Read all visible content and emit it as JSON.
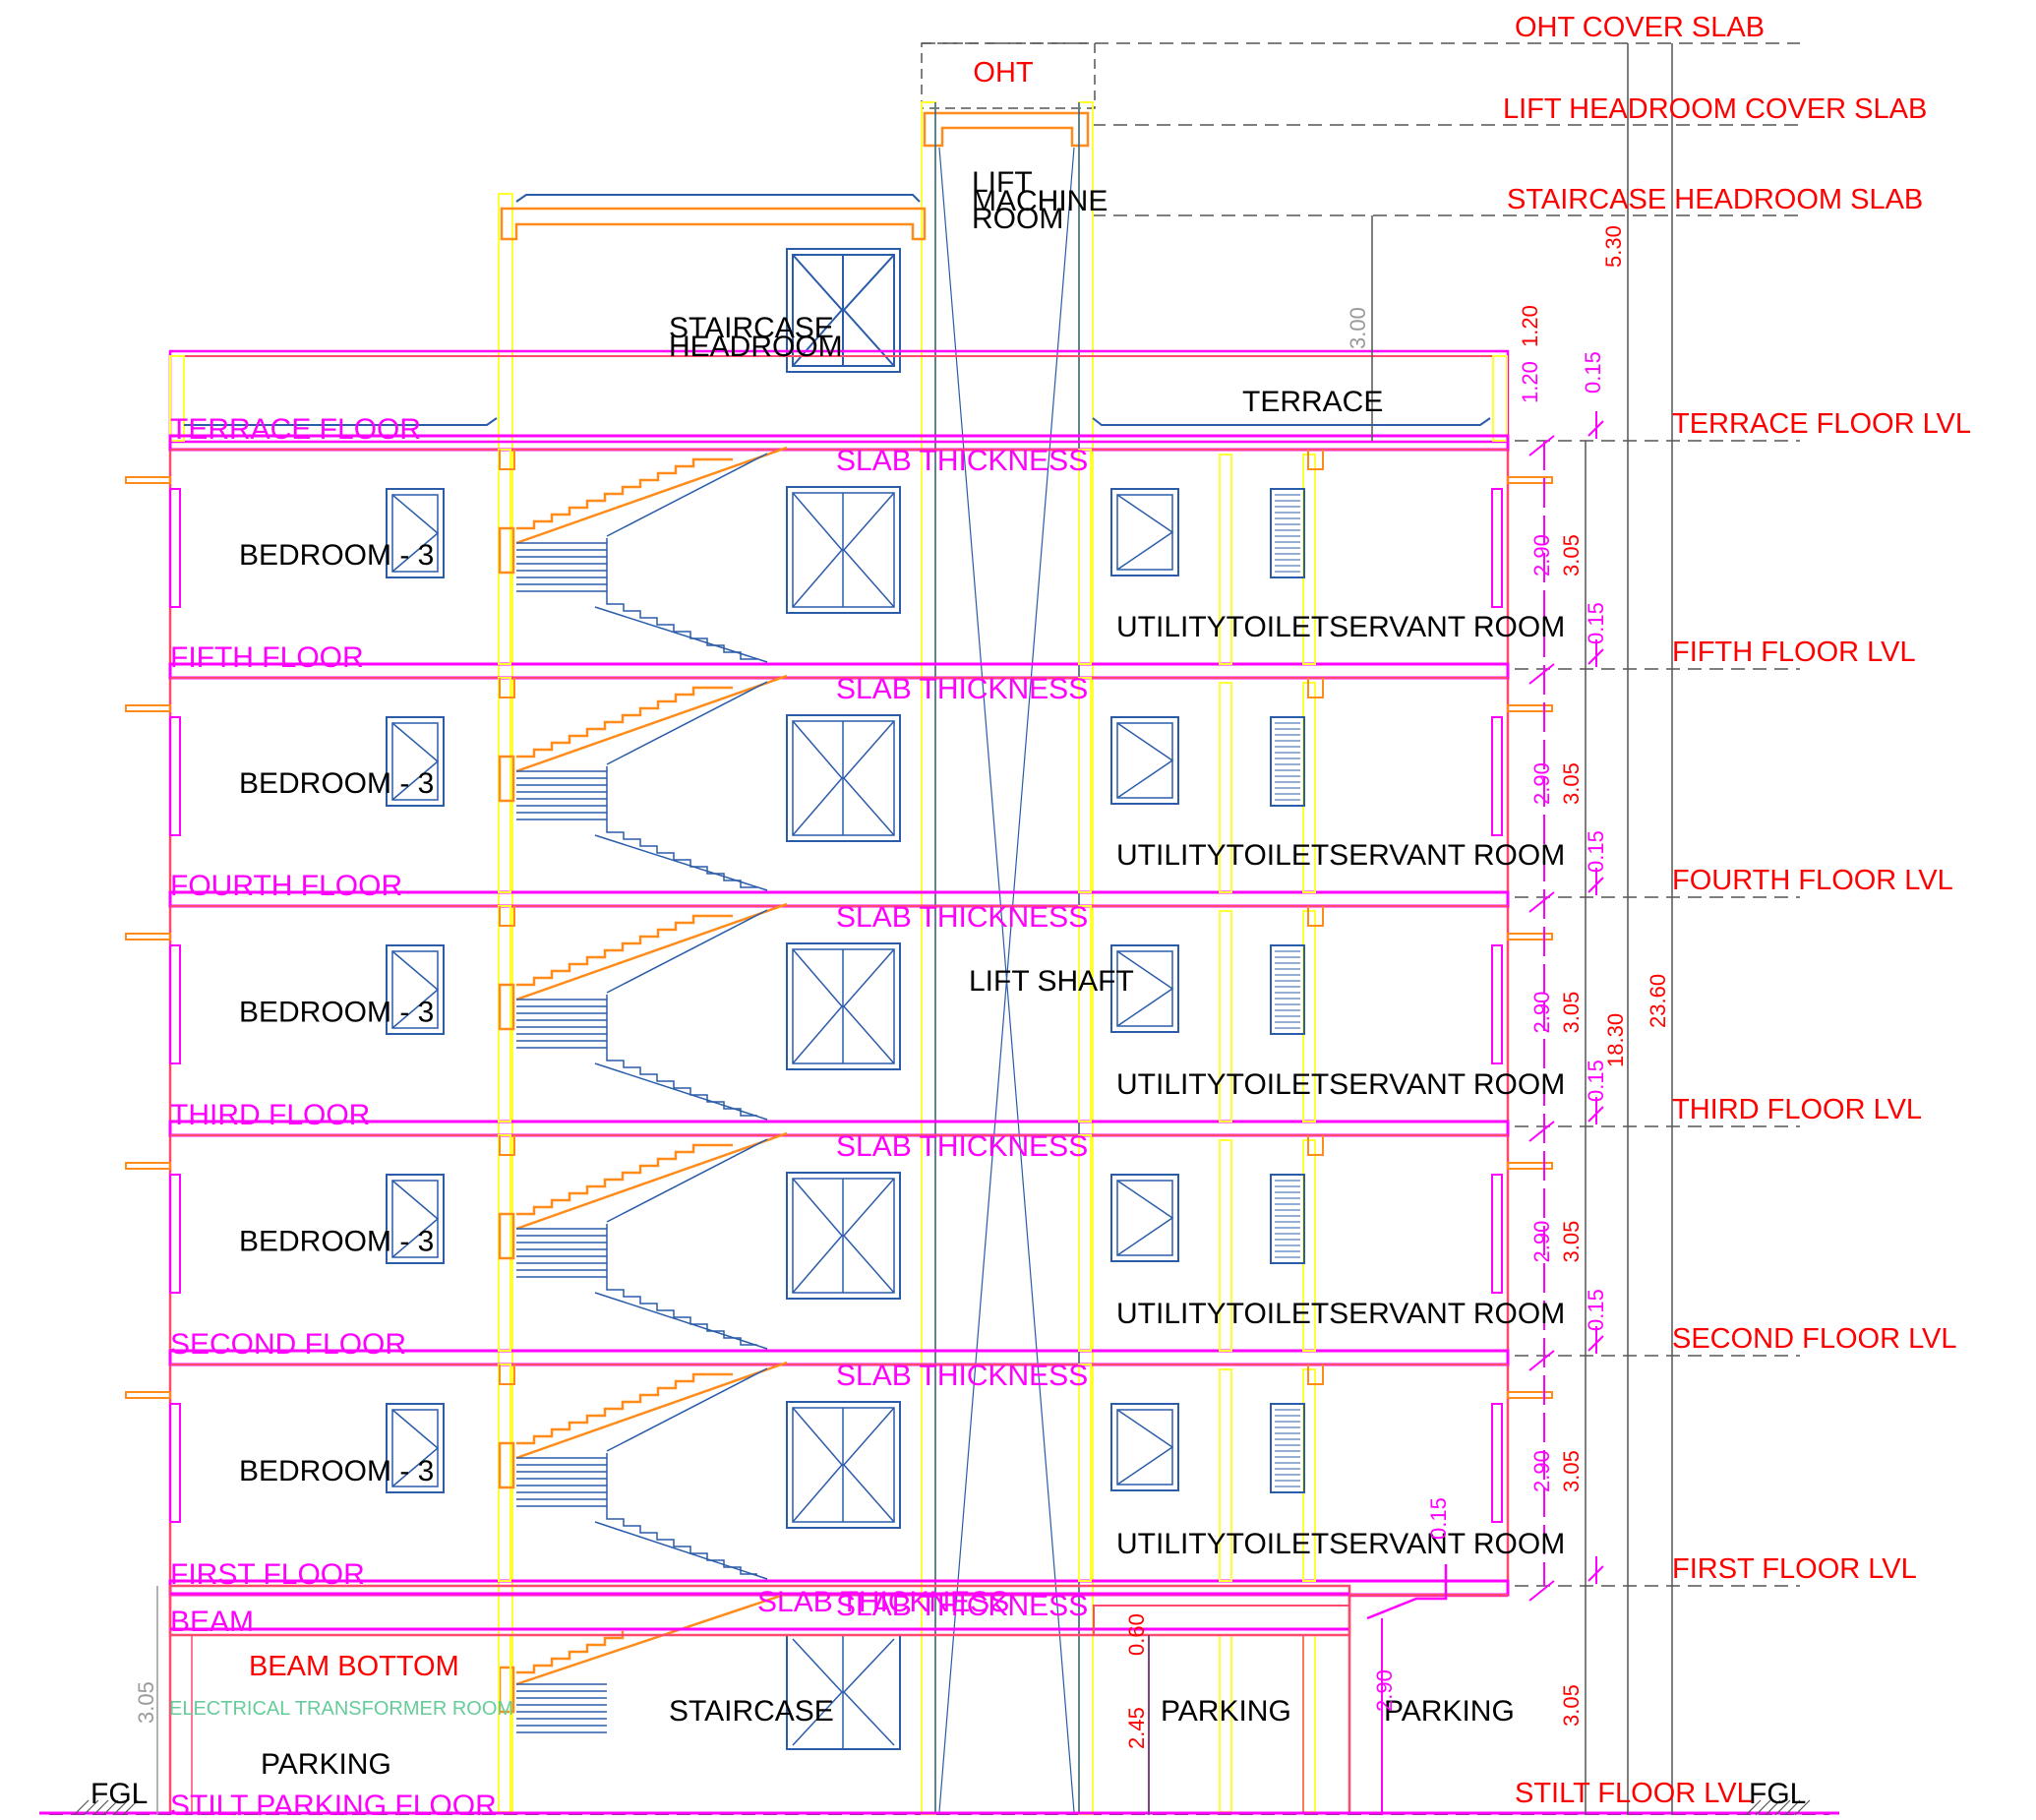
{
  "colors": {
    "structure": "#ff4a6e",
    "slab": "#ff00ff",
    "stair": "#ff8c1a",
    "column": "#ffff33",
    "window": "#2a5caa",
    "label": "#000000",
    "level": "#ff0000",
    "dim": "#ff00ff"
  },
  "labels": {
    "oht": "OHT",
    "lift_machine_1": "LIFT",
    "lift_machine_2": "MACHINE",
    "lift_machine_3": "ROOM",
    "stair_headroom_1": "STAIRCASE",
    "stair_headroom_2": "HEADROOM",
    "terrace": "TERRACE",
    "lift_shaft": "LIFT SHAFT",
    "staircase": "STAIRCASE",
    "parking_left": "PARKING",
    "parking_mid": "PARKING",
    "parking_right": "PARKING",
    "fgl_left": "FGL",
    "fgl_right": "FGL",
    "beam": "BEAM",
    "beam_bottom": "BEAM BOTTOM",
    "transformer": "ELECTRICAL TRANSFORMER ROOM",
    "stilt_floor": "STILT PARKING FLOOR",
    "slab_thickness": "SLAB THICKNESS"
  },
  "floors": [
    {
      "name": "TERRACE FLOOR",
      "level": "TERRACE FLOOR LVL"
    },
    {
      "name": "FIFTH FLOOR",
      "level": "FIFTH FLOOR LVL",
      "room": "BEDROOM - 3",
      "right_rooms": "UTILITYTOILETSERVANT ROOM"
    },
    {
      "name": "FOURTH FLOOR",
      "level": "FOURTH FLOOR LVL",
      "room": "BEDROOM - 3",
      "right_rooms": "UTILITYTOILETSERVANT ROOM"
    },
    {
      "name": "THIRD FLOOR",
      "level": "THIRD FLOOR LVL",
      "room": "BEDROOM - 3",
      "right_rooms": "UTILITYTOILETSERVANT ROOM"
    },
    {
      "name": "SECOND FLOOR",
      "level": "SECOND FLOOR LVL",
      "room": "BEDROOM - 3",
      "right_rooms": "UTILITYTOILETSERVANT ROOM"
    },
    {
      "name": "FIRST FLOOR",
      "level": "FIRST FLOOR LVL",
      "room": "BEDROOM - 3",
      "right_rooms": "UTILITYTOILETSERVANT ROOM"
    }
  ],
  "top_levels": {
    "oht_cover": "OHT COVER SLAB",
    "lift_headroom": "LIFT HEADROOM COVER SLAB",
    "stair_headroom": "STAIRCASE HEADROOM SLAB",
    "stilt_level": "STILT FLOOR LVL"
  },
  "dims": {
    "clear_height": "2.90",
    "floor_height": "3.05",
    "slab": "0.15",
    "parapet": "1.20",
    "headroom": "3.00",
    "top_total": "5.30",
    "mid_total": "18.30",
    "overall": "23.60",
    "ground_height": "3.05",
    "parking_clear": "2.45",
    "beam_depth": "0.60",
    "ramp_height": "2.90",
    "small_dim": "0.15"
  }
}
